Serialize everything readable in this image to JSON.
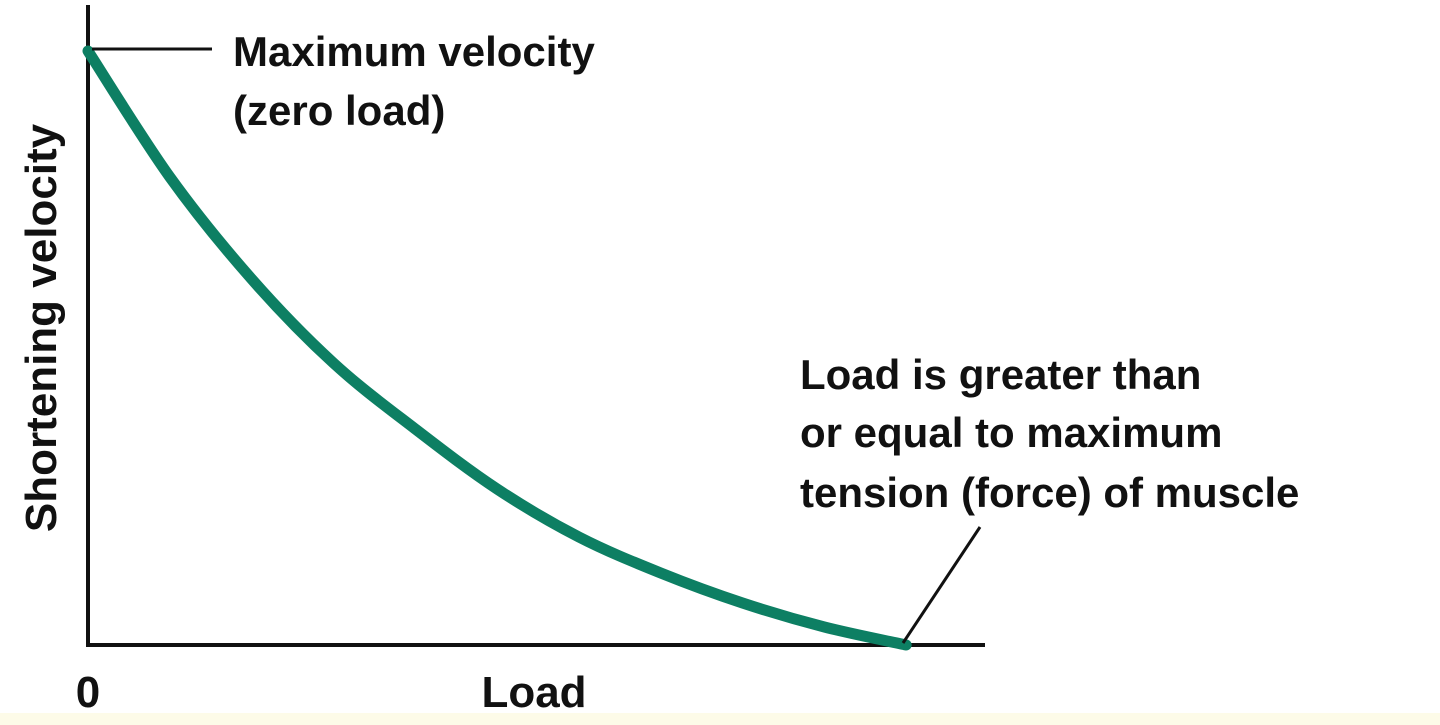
{
  "chart_data": {
    "type": "line",
    "title": "",
    "xlabel": "Load",
    "ylabel": "Shortening velocity",
    "x_tick_labels": [
      "0"
    ],
    "xlim": [
      0,
      1.1
    ],
    "ylim": [
      0,
      1.0
    ],
    "grid": false,
    "legend": "none",
    "series": [
      {
        "color": "#0d7f63",
        "x": [
          0,
          0.1,
          0.2,
          0.3,
          0.4,
          0.5,
          0.6,
          0.7,
          0.8,
          0.9,
          1.0
        ],
        "y": [
          0.99,
          0.78,
          0.61,
          0.47,
          0.36,
          0.26,
          0.18,
          0.12,
          0.07,
          0.03,
          0.0
        ]
      }
    ],
    "annotations": [
      {
        "name": "max-velocity",
        "lines": [
          "Maximum velocity",
          "(zero load)"
        ]
      },
      {
        "name": "max-load",
        "lines": [
          "Load is greater than",
          "or equal to maximum",
          "tension (force) of muscle"
        ]
      }
    ]
  },
  "colors": {
    "curve": "#0d7f63",
    "axis": "#111111",
    "bottom_strip": "#fdfbe8"
  }
}
